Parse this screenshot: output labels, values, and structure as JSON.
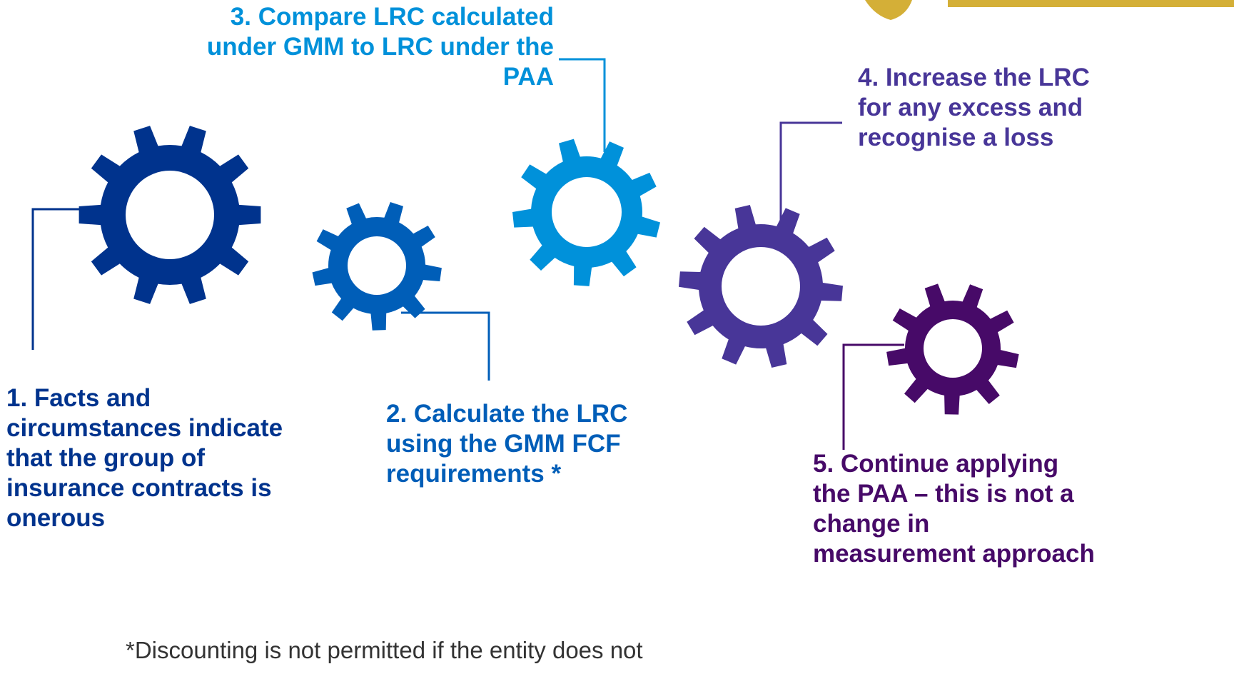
{
  "steps": [
    {
      "text": "1. Facts and circumstances indicate that the group of insurance contracts is onerous",
      "color": "#00338D"
    },
    {
      "text": "2. Calculate the LRC using the GMM FCF requirements *",
      "color": "#005EB8"
    },
    {
      "text": "3. Compare LRC calculated under GMM to LRC under the PAA",
      "color": "#0091DA"
    },
    {
      "text": "4. Increase the LRC for any excess and recognise a loss",
      "color": "#483698"
    },
    {
      "text": "5. Continue applying the PAA – this is not a change in measurement approach",
      "color": "#470A68"
    }
  ],
  "footnote": "*Discounting is not permitted if the entity does not",
  "gear_icon": "gear-icon",
  "colors": {
    "gear_1": "#00338D",
    "gear_2": "#005EB8",
    "gear_3": "#0091DA",
    "gear_4": "#483698",
    "gear_5": "#470A68",
    "logo_gold": "#D4AF37"
  }
}
